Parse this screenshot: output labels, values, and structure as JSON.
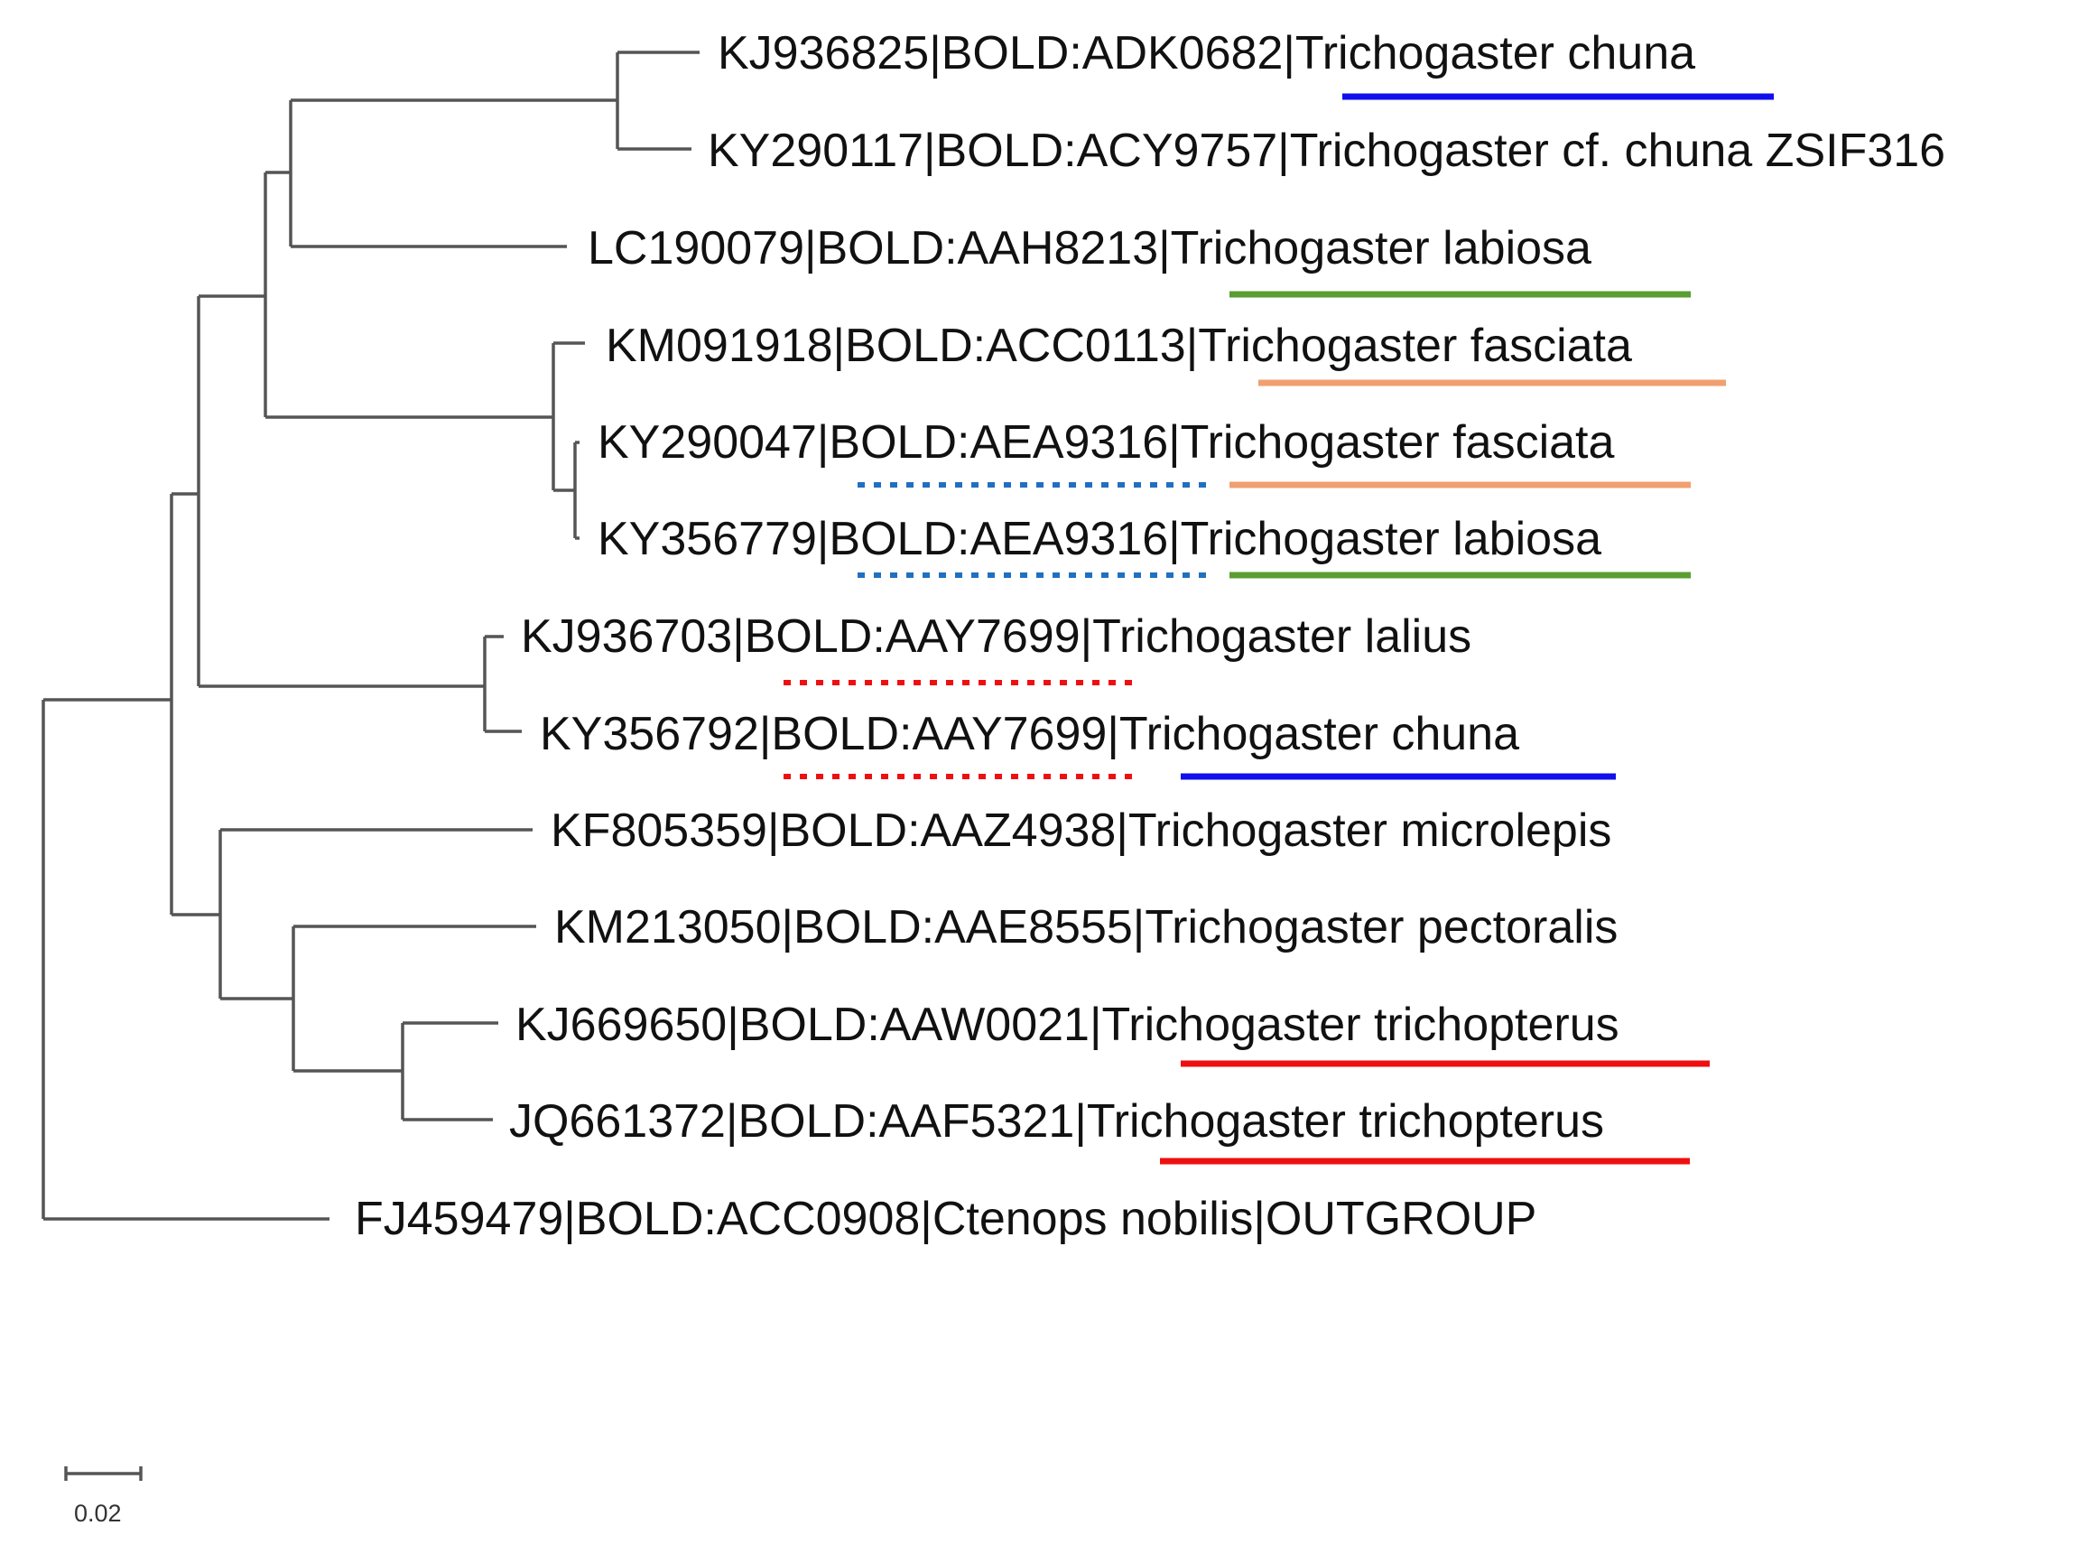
{
  "tree": {
    "tips": [
      {
        "id": "t1",
        "label": "KJ936825|BOLD:ADK0682|Trichogaster chuna",
        "marks": [
          {
            "color": "#1010ee",
            "style": "solid",
            "span": "species"
          }
        ]
      },
      {
        "id": "t2",
        "label": "KY290117|BOLD:ACY9757|Trichogaster cf. chuna ZSIF316",
        "marks": []
      },
      {
        "id": "t3",
        "label": "LC190079|BOLD:AAH8213|Trichogaster labiosa",
        "marks": [
          {
            "color": "#5a9e32",
            "style": "solid",
            "span": "species"
          }
        ]
      },
      {
        "id": "t4",
        "label": "KM091918|BOLD:ACC0113|Trichogaster fasciata",
        "marks": [
          {
            "color": "#f0a070",
            "style": "solid",
            "span": "species"
          }
        ]
      },
      {
        "id": "t5",
        "label": "KY290047|BOLD:AEA9316|Trichogaster fasciata",
        "marks": [
          {
            "color": "#2070c0",
            "style": "dotted",
            "span": "bin"
          },
          {
            "color": "#f0a070",
            "style": "solid",
            "span": "species"
          }
        ]
      },
      {
        "id": "t6",
        "label": "KY356779|BOLD:AEA9316|Trichogaster labiosa",
        "marks": [
          {
            "color": "#2070c0",
            "style": "dotted",
            "span": "bin"
          },
          {
            "color": "#5a9e32",
            "style": "solid",
            "span": "species"
          }
        ]
      },
      {
        "id": "t7",
        "label": "KJ936703|BOLD:AAY7699|Trichogaster lalius",
        "marks": [
          {
            "color": "#ee1010",
            "style": "dotted",
            "span": "bin"
          }
        ]
      },
      {
        "id": "t8",
        "label": "KY356792|BOLD:AAY7699|Trichogaster chuna",
        "marks": [
          {
            "color": "#ee1010",
            "style": "dotted",
            "span": "bin"
          },
          {
            "color": "#1010ee",
            "style": "solid",
            "span": "species"
          }
        ]
      },
      {
        "id": "t9",
        "label": "KF805359|BOLD:AAZ4938|Trichogaster microlepis",
        "marks": []
      },
      {
        "id": "t10",
        "label": "KM213050|BOLD:AAE8555|Trichogaster pectoralis",
        "marks": []
      },
      {
        "id": "t11",
        "label": "KJ669650|BOLD:AAW0021|Trichogaster trichopterus",
        "marks": [
          {
            "color": "#ee1010",
            "style": "solid",
            "span": "species"
          }
        ]
      },
      {
        "id": "t12",
        "label": "JQ661372|BOLD:AAF5321|Trichogaster trichopterus",
        "marks": [
          {
            "color": "#ee1010",
            "style": "solid",
            "span": "species"
          }
        ]
      },
      {
        "id": "t13",
        "label": "FJ459479|BOLD:ACC0908|Ctenops nobilis|OUTGROUP",
        "marks": []
      }
    ],
    "scale_bar": {
      "value": 0.02,
      "label": "0.02"
    }
  }
}
